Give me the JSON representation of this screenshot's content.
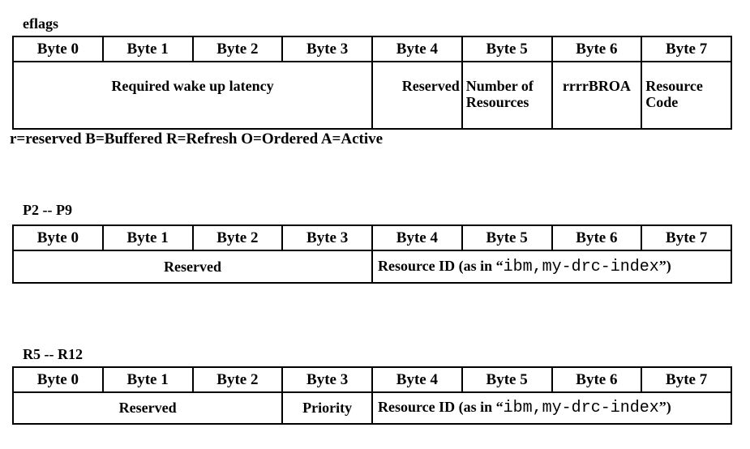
{
  "colors": {
    "background": "#ffffff",
    "text": "#000000",
    "border": "#000000"
  },
  "tables": [
    {
      "label": "eflags",
      "headers": [
        "Byte 0",
        "Byte 1",
        "Byte 2",
        "Byte 3",
        "Byte 4",
        "Byte 5",
        "Byte 6",
        "Byte 7"
      ],
      "body": {
        "wake_latency": "Required wake up latency",
        "reserved": "Reserved",
        "number_of_resources": "Number of Resources",
        "flag_bits": "rrrrBROA",
        "resource_code": "Resource Code"
      },
      "footnote": "r=reserved B=Buffered R=Refresh O=Ordered A=Active"
    },
    {
      "label": "P2 -- P9",
      "headers": [
        "Byte 0",
        "Byte 1",
        "Byte 2",
        "Byte 3",
        "Byte 4",
        "Byte 5",
        "Byte 6",
        "Byte 7"
      ],
      "body": {
        "reserved": "Reserved",
        "resource_id_prefix": "Resource ID (as in “",
        "resource_id_code": "ibm,my-drc-index",
        "resource_id_suffix": "”)"
      }
    },
    {
      "label": "R5 -- R12",
      "headers": [
        "Byte 0",
        "Byte 1",
        "Byte 2",
        "Byte 3",
        "Byte 4",
        "Byte 5",
        "Byte 6",
        "Byte 7"
      ],
      "body": {
        "reserved": "Reserved",
        "priority": "Priority",
        "resource_id_prefix": "Resource ID (as in “",
        "resource_id_code": "ibm,my-drc-index",
        "resource_id_suffix": "”)"
      }
    }
  ]
}
